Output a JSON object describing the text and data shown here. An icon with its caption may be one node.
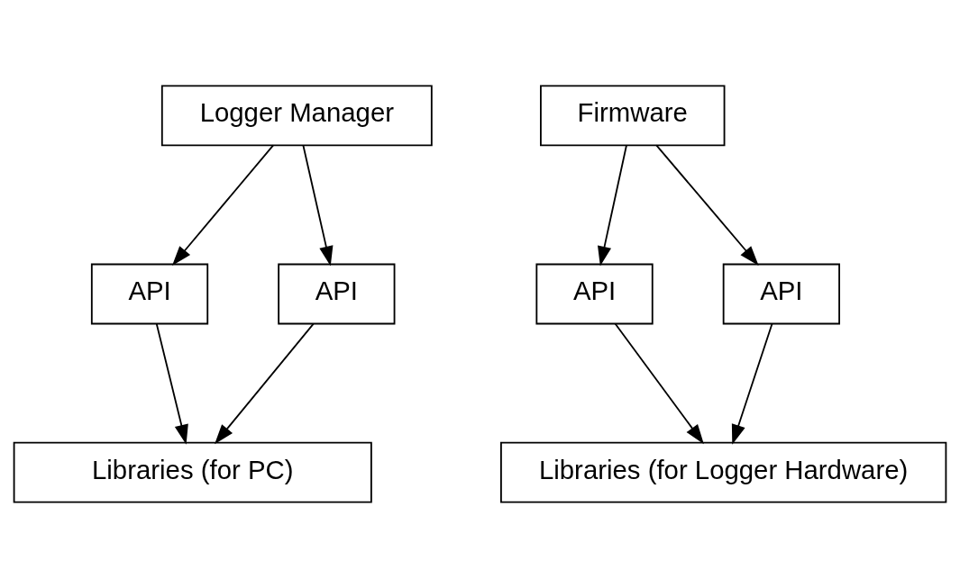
{
  "diagram": {
    "nodes": [
      {
        "text": [
          "Logger Manager"
        ]
      },
      {
        "text": [
          "Firmware"
        ]
      },
      {
        "text": [
          "API"
        ]
      },
      {
        "text": [
          "API"
        ]
      },
      {
        "text": [
          "API"
        ]
      },
      {
        "text": [
          "API"
        ]
      },
      {
        "text": [
          "Libraries (for PC)"
        ]
      },
      {
        "text": [
          "Libraries (for Logger Hardware)"
        ]
      }
    ],
    "edges": [
      {
        "from": 0,
        "to": 2,
        "arrow": "to"
      },
      {
        "from": 0,
        "to": 3,
        "arrow": "to"
      },
      {
        "from": 1,
        "to": 4,
        "arrow": "to"
      },
      {
        "from": 1,
        "to": 5,
        "arrow": "to"
      },
      {
        "from": 2,
        "to": 6,
        "arrow": "to"
      },
      {
        "from": 3,
        "to": 6,
        "arrow": "to"
      },
      {
        "from": 4,
        "to": 7,
        "arrow": "to"
      },
      {
        "from": 5,
        "to": 7,
        "arrow": "to"
      }
    ]
  }
}
